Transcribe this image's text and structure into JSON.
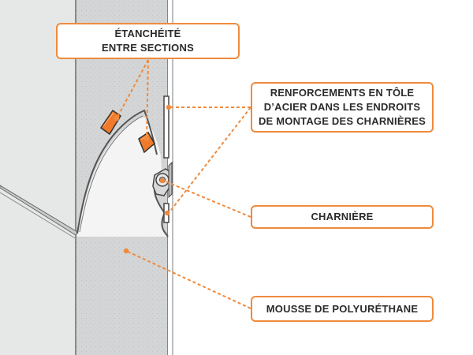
{
  "diagram": {
    "callouts": {
      "seal": {
        "lines": [
          "ÉTANCHÉITÉ",
          "ENTRE SECTIONS"
        ]
      },
      "reinforcement": {
        "lines": [
          "RENFORCEMENTS EN TÔLE",
          "D’ACIER DANS LES ENDROITS",
          "DE MONTAGE DES CHARNIÈRES"
        ]
      },
      "hinge": {
        "lines": [
          "CHARNIÈRE"
        ]
      },
      "foam": {
        "lines": [
          "MOUSSE DE POLYURÉTHANE"
        ]
      }
    },
    "colors": {
      "accent": "#f08a3c",
      "panel_face": "#e3e4e4",
      "foam_core": "#d2d4d5",
      "outline": "#5a5a5a",
      "text": "#2b2b2b"
    }
  }
}
